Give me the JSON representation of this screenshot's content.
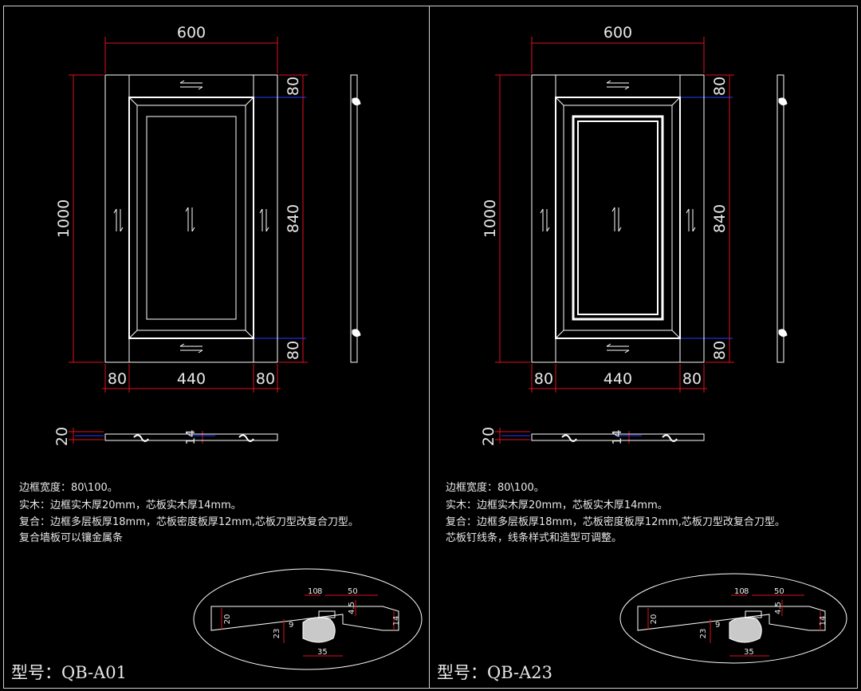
{
  "panels": [
    {
      "id": "a01",
      "model_label": "型号：QB-A01",
      "dim_width": "600",
      "dim_height": "1000",
      "dim_top_rail": "80",
      "dim_bottom_rail": "80",
      "dim_core": "840",
      "dim_left_stile": "80",
      "dim_core_width": "440",
      "dim_right_stile": "80",
      "dim_section_thick": "20",
      "dim_section_core": "14",
      "notes": [
        "边框宽度：80\\100。",
        "实木：边框实木厚20mm，芯板实木厚14mm。",
        "复合：边框多层板厚18mm，芯板密度板厚12mm,芯板刀型改复合刀型。",
        "复合墙板可以镶金属条"
      ],
      "detail": {
        "d_10": "10",
        "d_8": "8",
        "d_50": "50",
        "d_45": "4.5",
        "d_20": "20",
        "d_9": "9",
        "d_23": "23",
        "d_35": "35",
        "d_14": "14"
      }
    },
    {
      "id": "a23",
      "model_label": "型号：QB-A23",
      "dim_width": "600",
      "dim_height": "1000",
      "dim_top_rail": "80",
      "dim_bottom_rail": "80",
      "dim_core": "840",
      "dim_left_stile": "80",
      "dim_core_width": "440",
      "dim_right_stile": "80",
      "dim_section_thick": "20",
      "dim_section_core": "14",
      "notes": [
        "边框宽度：80\\100。",
        "实木：边框实木厚20mm，芯板实木厚14mm。",
        "复合：边框多层板厚18mm，芯板密度板厚12mm,芯板刀型改复合刀型。",
        "芯板钉线条，线条样式和造型可调整。"
      ],
      "detail": {
        "d_10": "10",
        "d_8": "8",
        "d_50": "50",
        "d_45": "4.5",
        "d_20": "20",
        "d_9": "9",
        "d_23": "23",
        "d_35": "35",
        "d_14": "14"
      }
    }
  ],
  "colors": {
    "background": "#000000",
    "outline": "#ffffff",
    "dimension": "#e01020",
    "leader": "#2a3cff",
    "text": "#e8e8e8"
  }
}
